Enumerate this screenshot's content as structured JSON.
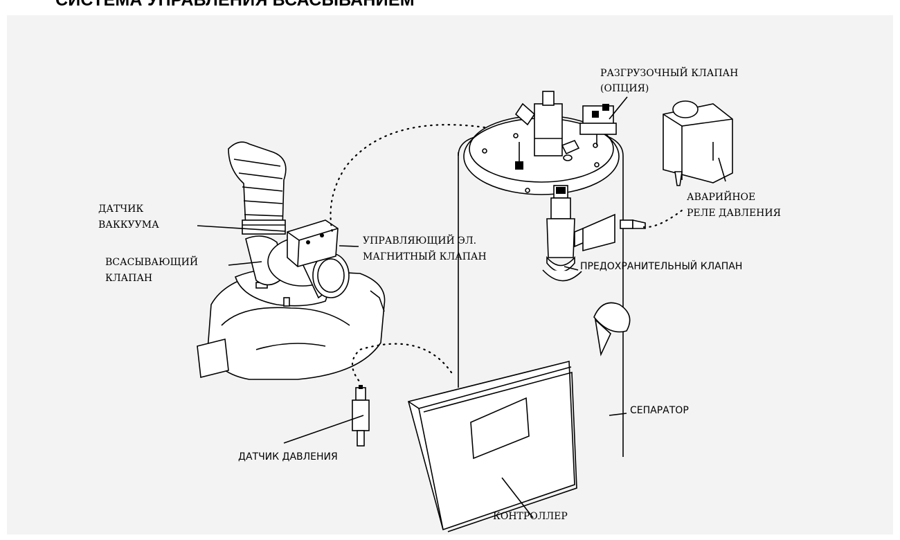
{
  "title": "СИСТЕМА УПРАВЛЕНИЯ ВСАСЫВАНИЕМ",
  "labels": {
    "unload_valve": [
      "РАЗГРУЗОЧНЫЙ КЛАПАН",
      "(ОПЦИЯ)"
    ],
    "vacuum_sensor": [
      "ДАТЧИК",
      "ВАККУУМА"
    ],
    "solenoid_valve": [
      "УПРАВЛЯЮЩИЙ ЭЛ.",
      "МАГНИТНЫЙ КЛАПАН"
    ],
    "intake_valve": [
      "ВСАСЫВАЮЩИЙ",
      "КЛАПАН"
    ],
    "emergency_relay": [
      "АВАРИЙНОЕ",
      "РЕЛЕ ДАВЛЕНИЯ"
    ],
    "safety_valve": "ПРЕДОХРАНИТЕЛЬНЫЙ КЛАПАН",
    "separator": "СЕПАРАТОР",
    "pressure_sensor": "ДАТЧИК ДАВЛЕНИЯ",
    "controller": "КОНТРОЛЛЕР"
  }
}
